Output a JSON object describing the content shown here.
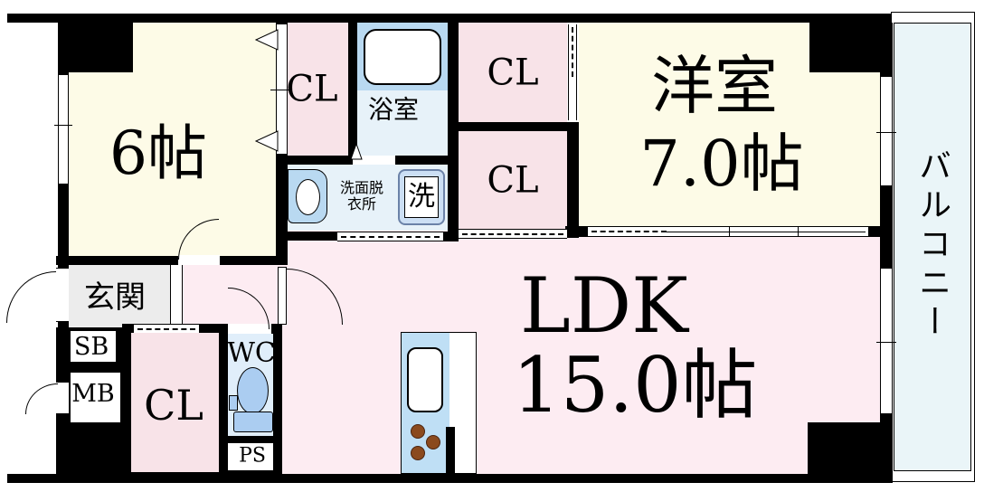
{
  "rooms": {
    "bedroom": {
      "label": "6帖"
    },
    "closet_top_left": {
      "label": "CL"
    },
    "bathroom": {
      "label": "浴室"
    },
    "closet_upper": {
      "label": "CL"
    },
    "closet_lower": {
      "label": "CL"
    },
    "western_room": {
      "label": "洋室",
      "size": "7.0帖"
    },
    "balcony": {
      "label": "バルコニー"
    },
    "entrance": {
      "label": "玄関"
    },
    "shoe_box": {
      "label": "SB"
    },
    "meter_box": {
      "label": "MB"
    },
    "closet_bottom": {
      "label": "CL"
    },
    "toilet": {
      "label": "WC"
    },
    "pipe_space": {
      "label": "PS"
    },
    "washroom": {
      "label": "洗面脱\n衣所"
    },
    "washer": {
      "label": "洗"
    },
    "ldk": {
      "label": "LDK",
      "size": "15.0帖"
    }
  },
  "colors": {
    "wall": "#000000",
    "tatami_cream": "#fdfbe7",
    "closet_pink": "#f8e3e8",
    "ldk_pink": "#fdecf2",
    "wet_area_blue": "#e7f2f9",
    "tub_blue": "#b9d9f1",
    "wc_floor_blue": "#e0eefa",
    "toilet_blue": "#abcdf1",
    "balcony_blue": "#eaf5f8",
    "entrance_grey": "#ececec",
    "kitchen_blue": "#bfdff5",
    "burner_brown": "#8b4a1e"
  }
}
